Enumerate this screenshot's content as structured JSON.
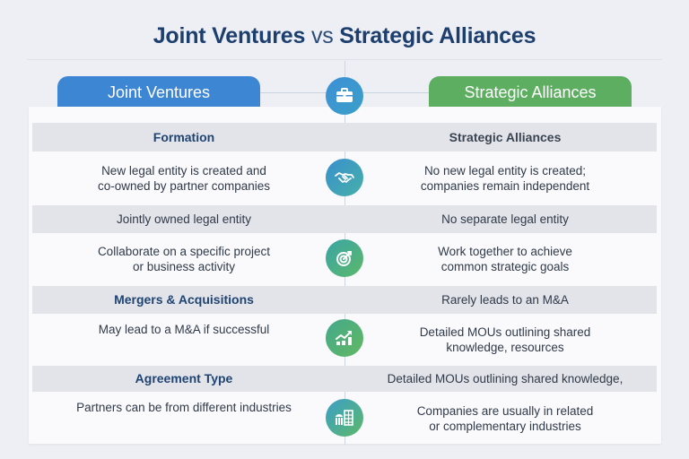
{
  "title": {
    "part1": "Joint Ventures",
    "vs": "vs",
    "part2": "Strategic Alliances"
  },
  "columns": {
    "left": "Joint Ventures",
    "right": "Strategic Alliances"
  },
  "colors": {
    "title": "#1c3f6e",
    "left_tab": "#3d86d3",
    "right_tab": "#5eae62",
    "row_shade": "#e3e4ea",
    "background": "#eeeef5"
  },
  "rows": [
    {
      "type": "header",
      "left": "Formation",
      "right": "Strategic Alliances"
    },
    {
      "type": "body",
      "left": [
        "New legal entity is created and",
        "co-owned by partner companies"
      ],
      "right": [
        "No new legal entity is created;",
        "companies remain independent"
      ],
      "icon": "handshake-icon"
    },
    {
      "type": "shade",
      "left": "Jointly owned legal entity",
      "right": "No separate legal entity"
    },
    {
      "type": "body",
      "left": [
        "Collaborate on a specific project",
        "or business activity"
      ],
      "right": [
        "Work together to achieve",
        "common strategic goals"
      ],
      "icon": "target-icon"
    },
    {
      "type": "header",
      "left": "Mergers & Acquisitions",
      "right": "Rarely leads to an M&A"
    },
    {
      "type": "body",
      "left": [
        "May lead to a M&A if successful"
      ],
      "right": [
        "Detailed MOUs outlining shared",
        "knowledge, resources"
      ],
      "icon": "growth-chart-icon"
    },
    {
      "type": "header",
      "left": "Agreement Type",
      "right": "Detailed MOUs outlining shared knowledge,"
    },
    {
      "type": "body",
      "left": [
        "Partners can be from different industries"
      ],
      "right": [
        "Companies are usually in related",
        "or complementary industries"
      ],
      "icon": "buildings-icon"
    }
  ],
  "icons": {
    "top": "briefcase-icon",
    "row1": "handshake-icon",
    "row3": "target-icon",
    "row5": "growth-chart-icon",
    "row7": "buildings-icon"
  }
}
